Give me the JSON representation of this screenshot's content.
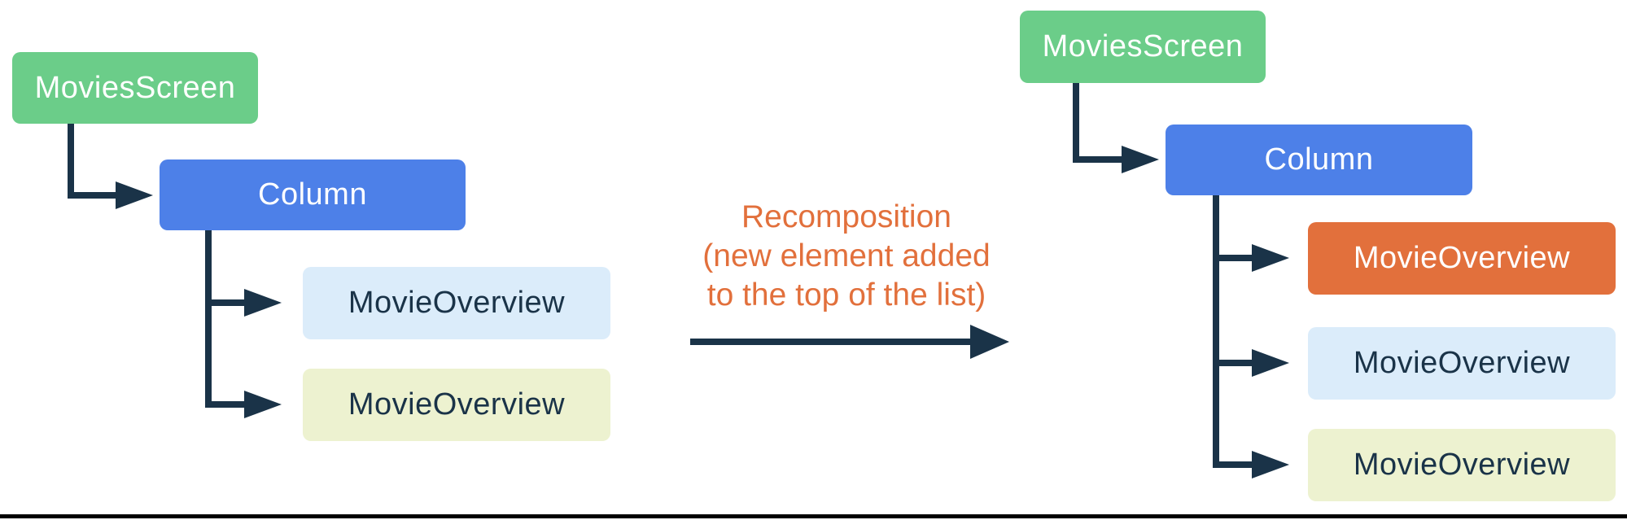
{
  "trees": {
    "left": {
      "name": "before-recomposition-tree",
      "nodes": [
        {
          "label": "MoviesScreen",
          "color": "#6BCD89",
          "text_color": "#FFFFFF"
        },
        {
          "label": "Column",
          "color": "#4D80E8",
          "text_color": "#FFFFFF"
        },
        {
          "label": "MovieOverview",
          "color": "#DBECFA",
          "text_color": "#1A3348"
        },
        {
          "label": "MovieOverview",
          "color": "#EDF2D0",
          "text_color": "#1A3348"
        }
      ]
    },
    "right": {
      "name": "after-recomposition-tree",
      "nodes": [
        {
          "label": "MoviesScreen",
          "color": "#6BCD89",
          "text_color": "#FFFFFF"
        },
        {
          "label": "Column",
          "color": "#4D80E8",
          "text_color": "#FFFFFF"
        },
        {
          "label": "MovieOverview",
          "color": "#E2703C",
          "text_color": "#FFFFFF"
        },
        {
          "label": "MovieOverview",
          "color": "#DBECFA",
          "text_color": "#1A3348"
        },
        {
          "label": "MovieOverview",
          "color": "#EDF2D0",
          "text_color": "#1A3348"
        }
      ]
    }
  },
  "annotation": {
    "line1": "Recomposition",
    "line2": "(new element added",
    "line3": "to the top of the list)",
    "color": "#E2703C"
  },
  "connector_color": "#1A3348",
  "background_color": "#FFFFFF",
  "bottom_rule_color": "#000000"
}
